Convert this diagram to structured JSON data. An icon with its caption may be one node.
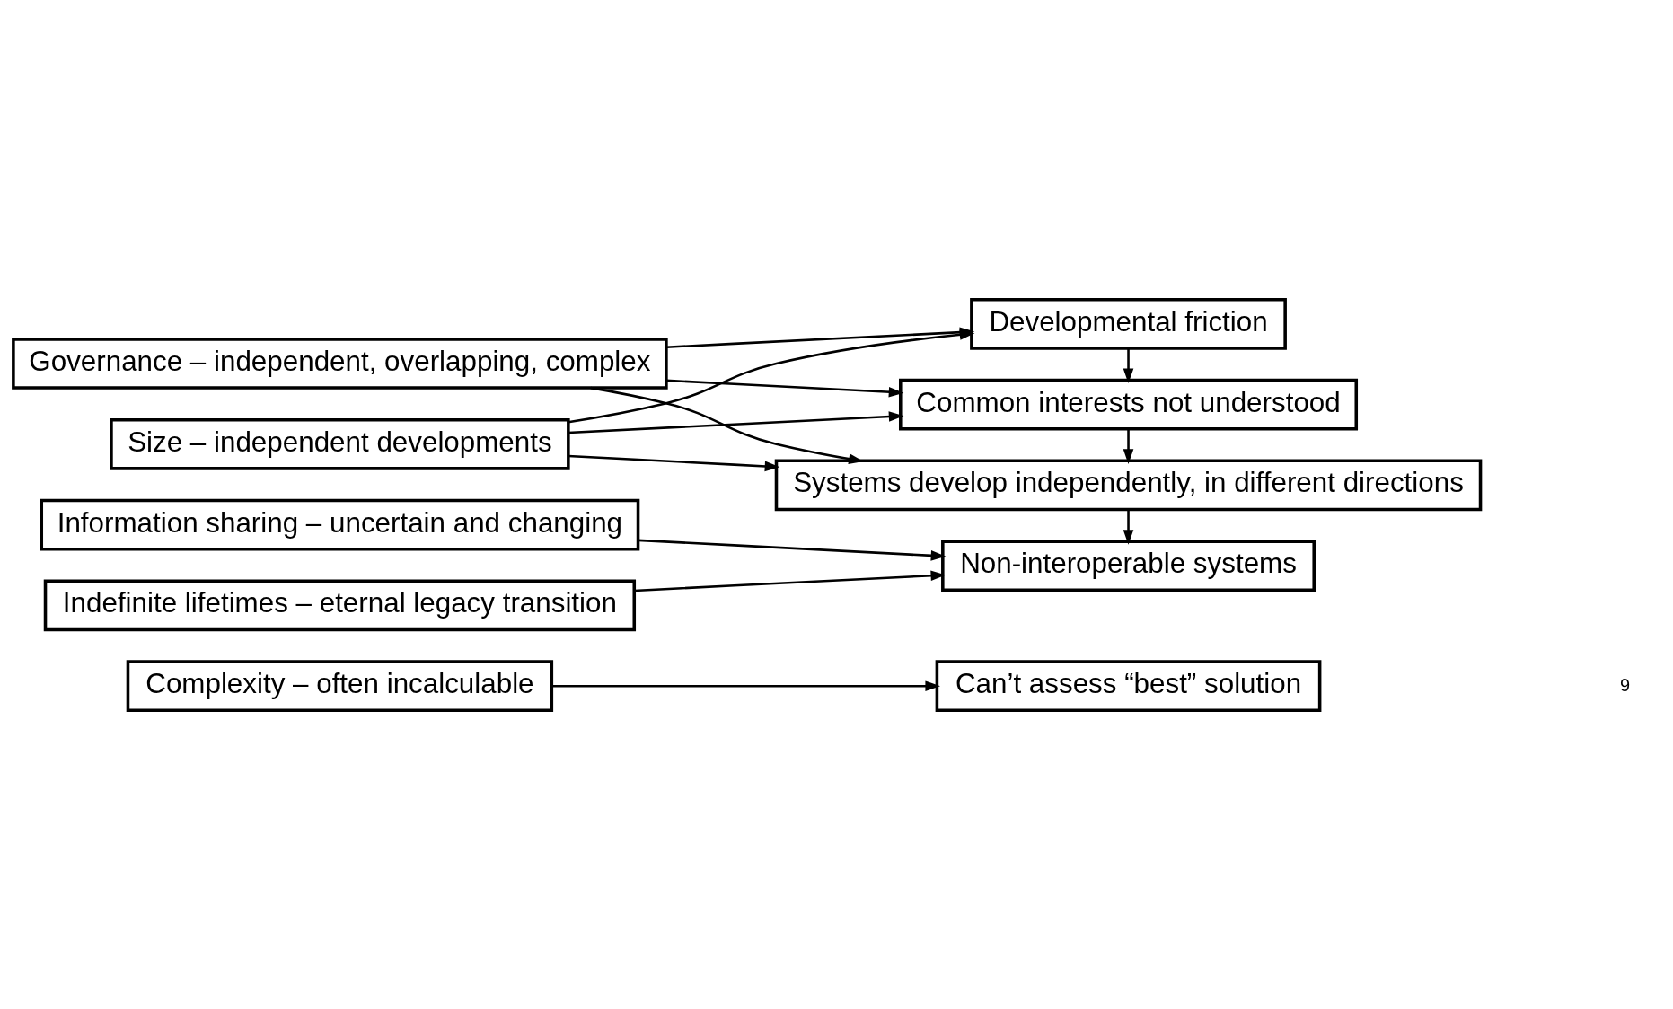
{
  "diagram": {
    "nodes": [
      {
        "text": [
          "Governance – independent, overlapping, complex"
        ]
      },
      {
        "text": [
          "Size – independent developments"
        ]
      },
      {
        "text": [
          "Information sharing – uncertain and changing"
        ]
      },
      {
        "text": [
          "Indefinite lifetimes – eternal legacy transition"
        ]
      },
      {
        "text": [
          "Complexity – often incalculable"
        ]
      },
      {
        "text": [
          "Developmental friction"
        ]
      },
      {
        "text": [
          "Common interests not understood"
        ]
      },
      {
        "text": [
          "Systems develop independently, in different directions"
        ]
      },
      {
        "text": [
          "Non-interoperable systems"
        ]
      },
      {
        "text": [
          "Can’t assess “best” solution"
        ]
      }
    ],
    "edges": [
      {
        "from": 0,
        "to": 5,
        "arrow": "to"
      },
      {
        "from": 0,
        "to": 6,
        "arrow": "to"
      },
      {
        "from": 0,
        "to": 7,
        "arrow": "to"
      },
      {
        "from": 1,
        "to": 5,
        "arrow": "to"
      },
      {
        "from": 1,
        "to": 6,
        "arrow": "to"
      },
      {
        "from": 1,
        "to": 7,
        "arrow": "to"
      },
      {
        "from": 2,
        "to": 8,
        "arrow": "to"
      },
      {
        "from": 3,
        "to": 8,
        "arrow": "to"
      },
      {
        "from": 4,
        "to": 9,
        "arrow": "to"
      },
      {
        "from": 5,
        "to": 6,
        "arrow": "to"
      },
      {
        "from": 6,
        "to": 7,
        "arrow": "to"
      },
      {
        "from": 7,
        "to": 8,
        "arrow": "to"
      }
    ],
    "labels": [
      "9"
    ]
  }
}
